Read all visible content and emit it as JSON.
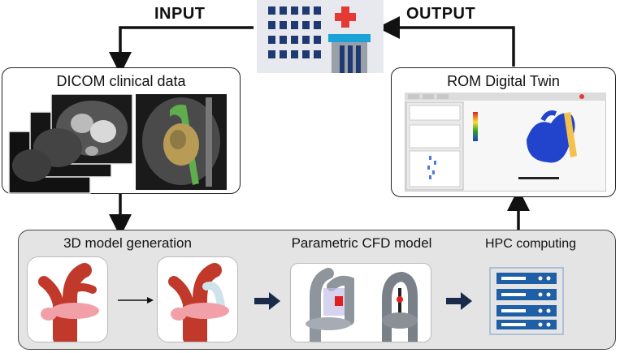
{
  "labels": {
    "input": "INPUT",
    "output": "OUTPUT"
  },
  "boxes": {
    "dicom_title": "DICOM clinical data",
    "rom_title": "ROM Digital Twin"
  },
  "pipeline": {
    "model_generation": "3D model generation",
    "cfd_model": "Parametric CFD model",
    "hpc": "HPC computing"
  },
  "icons": {
    "hospital": "hospital-icon",
    "server": "server-rack-icon",
    "arrow": "thick-arrow-icon"
  },
  "colors": {
    "aorta": "#c0392b",
    "stent_pink": "#f2a0a8",
    "server_blue": "#1f5fa8",
    "panel_grey": "#e4e4e4",
    "arrow_navy": "#1a2a4a",
    "cross_red": "#e53935"
  }
}
